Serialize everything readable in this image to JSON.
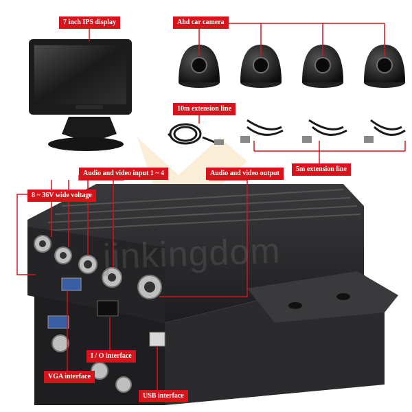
{
  "labels": {
    "display": "7 inch IPS display",
    "camera": "Ahd car camera",
    "ext10": "10m extension line",
    "ext5": "5m extension line",
    "av_input": "Audio and video input 1 ~ 4",
    "av_output": "Audio and video output",
    "voltage": "8 ~ 36V wide voltage",
    "io": "I / O interface",
    "vga": "VGA interface",
    "usb": "USB interface"
  },
  "watermark": "jinkingdom",
  "colors": {
    "accent": "#d7141b",
    "metal": "#2b2b2d"
  }
}
